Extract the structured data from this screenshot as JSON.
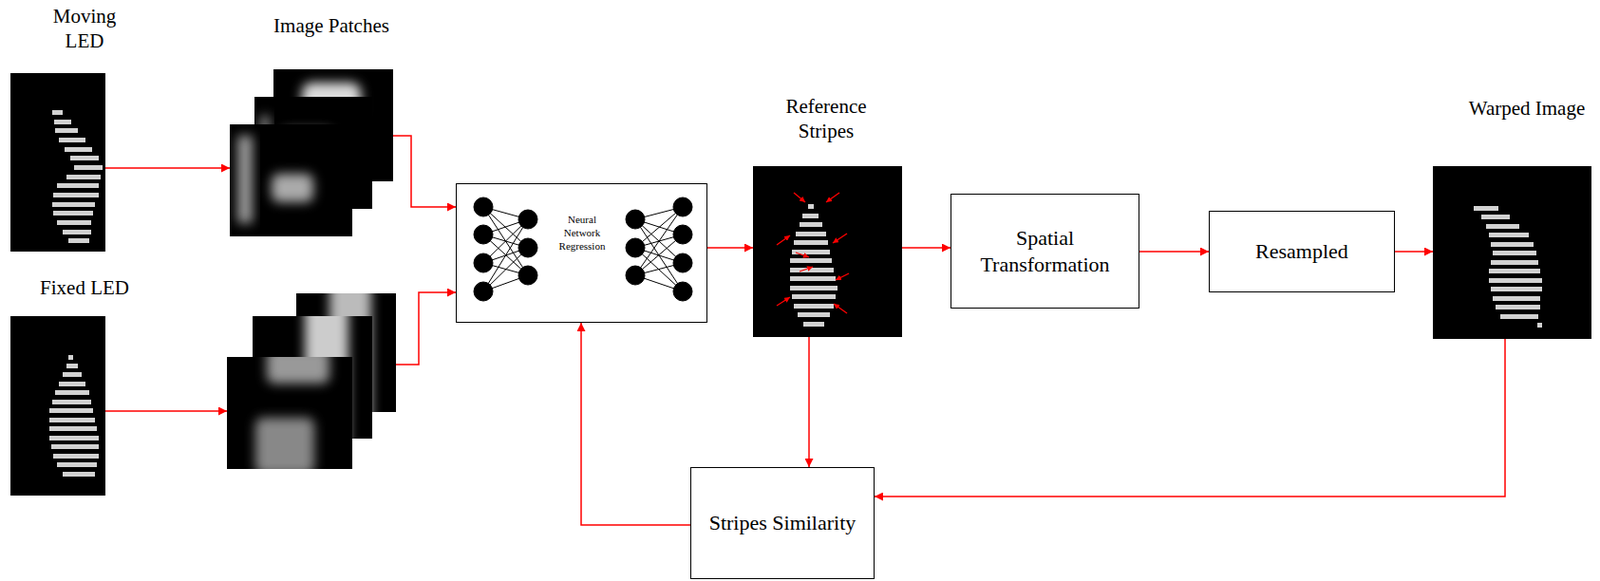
{
  "diagram": {
    "nodes": [
      {
        "text": [
          "Moving LED"
        ]
      },
      {
        "text": [
          "Image Patches"
        ]
      },
      {
        "text": [
          "Fixed LED"
        ]
      },
      {
        "text": [
          "Neural Network Regression"
        ]
      },
      {
        "text": [
          "Reference Stripes"
        ]
      },
      {
        "text": [
          "Spatial Transformation"
        ]
      },
      {
        "text": [
          "Resampled"
        ]
      },
      {
        "text": [
          "Warped Image"
        ]
      },
      {
        "text": [
          "Stripes Similarity"
        ]
      }
    ],
    "edges": [
      {
        "from": 0,
        "to": 1,
        "arrow": "to"
      },
      {
        "from": 1,
        "to": 3,
        "arrow": "to"
      },
      {
        "from": 3,
        "to": 4,
        "arrow": "to"
      },
      {
        "from": 4,
        "to": 5,
        "arrow": "to"
      },
      {
        "from": 5,
        "to": 6,
        "arrow": "to"
      },
      {
        "from": 6,
        "to": 7,
        "arrow": "to"
      },
      {
        "from": 4,
        "to": 8,
        "arrow": "to"
      },
      {
        "from": 7,
        "to": 8,
        "arrow": "to"
      },
      {
        "from": 8,
        "to": 3,
        "arrow": "to"
      }
    ]
  }
}
